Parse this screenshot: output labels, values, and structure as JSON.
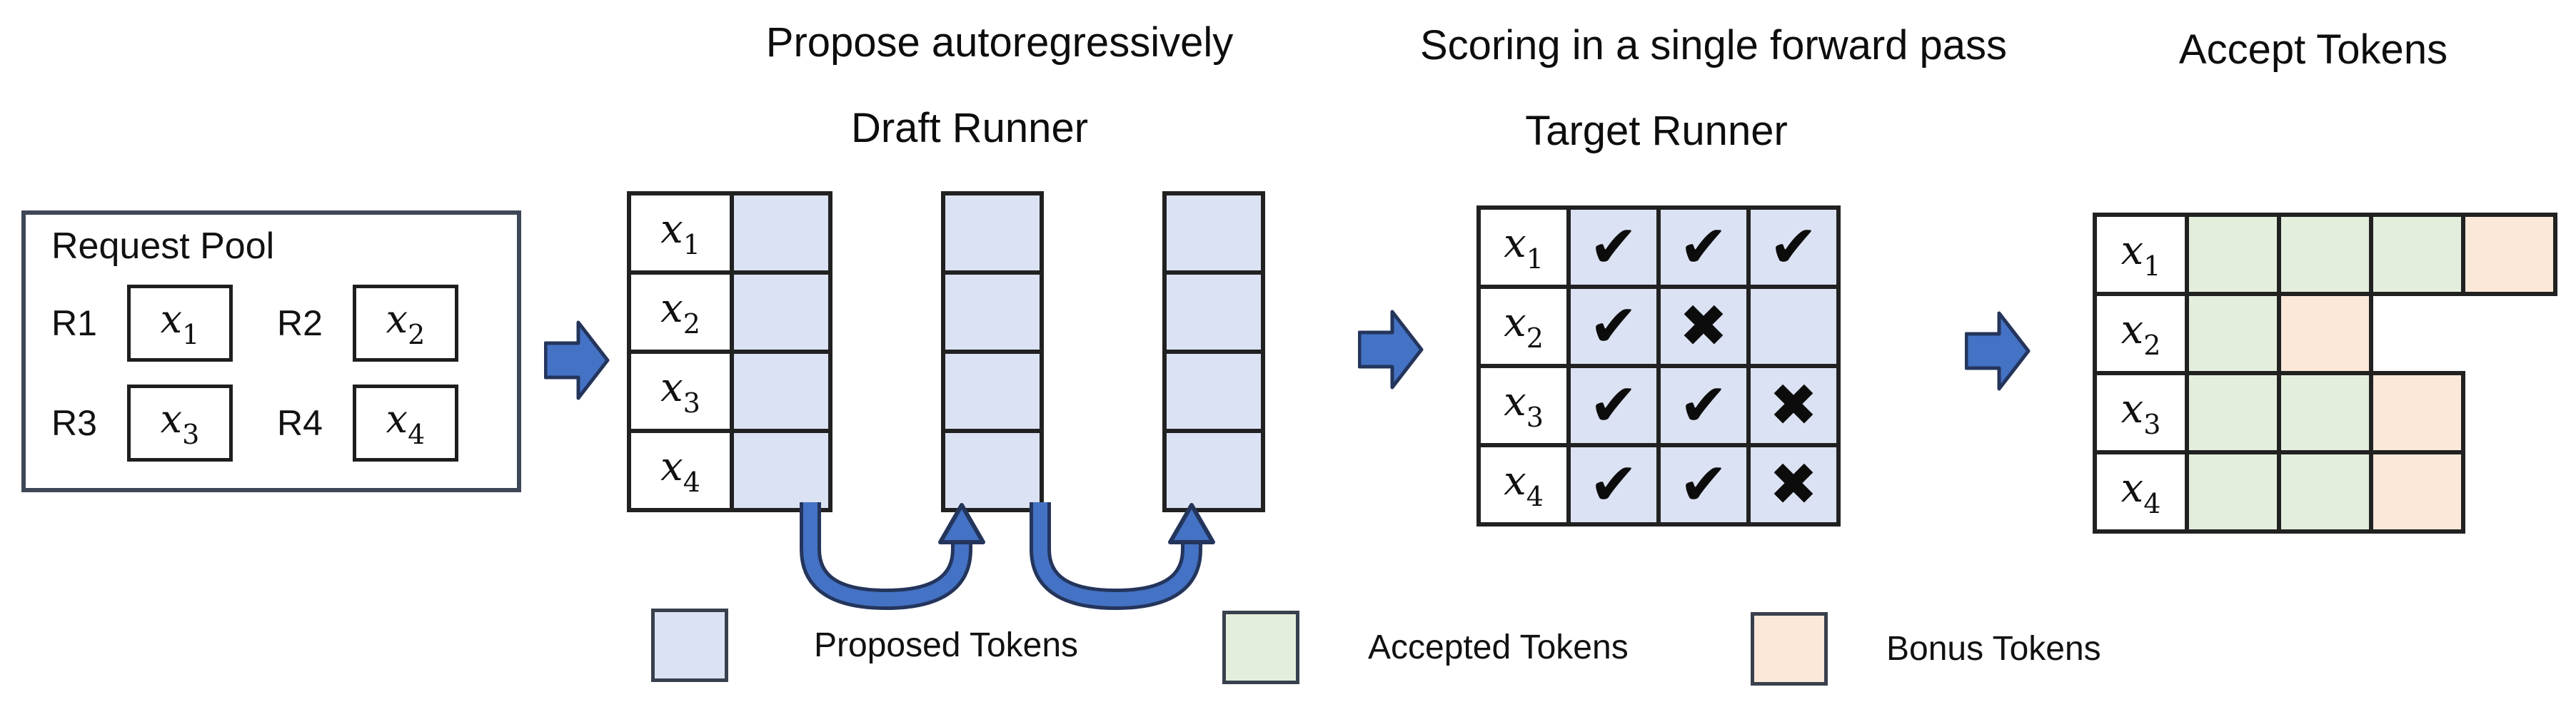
{
  "colors": {
    "proposed": "#dbe2f3",
    "accepted": "#e3efdc",
    "bonus": "#fbe8d8",
    "arrow_fill": "#4472c4",
    "arrow_outline": "#24355c"
  },
  "titles": {
    "propose": "Propose autoregressively",
    "draft_runner": "Draft Runner",
    "scoring": "Scoring in a single forward pass",
    "target_runner": "Target Runner",
    "accept": "Accept Tokens"
  },
  "request_pool": {
    "title": "Request Pool",
    "requests": [
      {
        "id": "R1",
        "token": {
          "base": "x",
          "sub": "1"
        }
      },
      {
        "id": "R2",
        "token": {
          "base": "x",
          "sub": "2"
        }
      },
      {
        "id": "R3",
        "token": {
          "base": "x",
          "sub": "3"
        }
      },
      {
        "id": "R4",
        "token": {
          "base": "x",
          "sub": "4"
        }
      }
    ]
  },
  "draft_runner": {
    "row_labels": [
      {
        "base": "x",
        "sub": "1"
      },
      {
        "base": "x",
        "sub": "2"
      },
      {
        "base": "x",
        "sub": "3"
      },
      {
        "base": "x",
        "sub": "4"
      }
    ],
    "step_columns": 3
  },
  "target_runner": {
    "row_labels": [
      {
        "base": "x",
        "sub": "1"
      },
      {
        "base": "x",
        "sub": "2"
      },
      {
        "base": "x",
        "sub": "3"
      },
      {
        "base": "x",
        "sub": "4"
      }
    ],
    "marks": [
      [
        "check",
        "check",
        "check"
      ],
      [
        "check",
        "cross",
        "blank"
      ],
      [
        "check",
        "check",
        "cross"
      ],
      [
        "check",
        "check",
        "cross"
      ]
    ]
  },
  "accept_tokens": {
    "row_labels": [
      {
        "base": "x",
        "sub": "1"
      },
      {
        "base": "x",
        "sub": "2"
      },
      {
        "base": "x",
        "sub": "3"
      },
      {
        "base": "x",
        "sub": "4"
      }
    ],
    "cells": [
      [
        "accepted",
        "accepted",
        "accepted",
        "bonus"
      ],
      [
        "accepted",
        "bonus"
      ],
      [
        "accepted",
        "accepted",
        "bonus"
      ],
      [
        "accepted",
        "accepted",
        "bonus"
      ]
    ]
  },
  "legend": [
    {
      "swatch": "proposed",
      "label": "Proposed Tokens"
    },
    {
      "swatch": "accepted",
      "label": "Accepted Tokens"
    },
    {
      "swatch": "bonus",
      "label": "Bonus Tokens"
    }
  ],
  "glyphs": {
    "check": "✔",
    "cross": "✖",
    "blank": ""
  }
}
